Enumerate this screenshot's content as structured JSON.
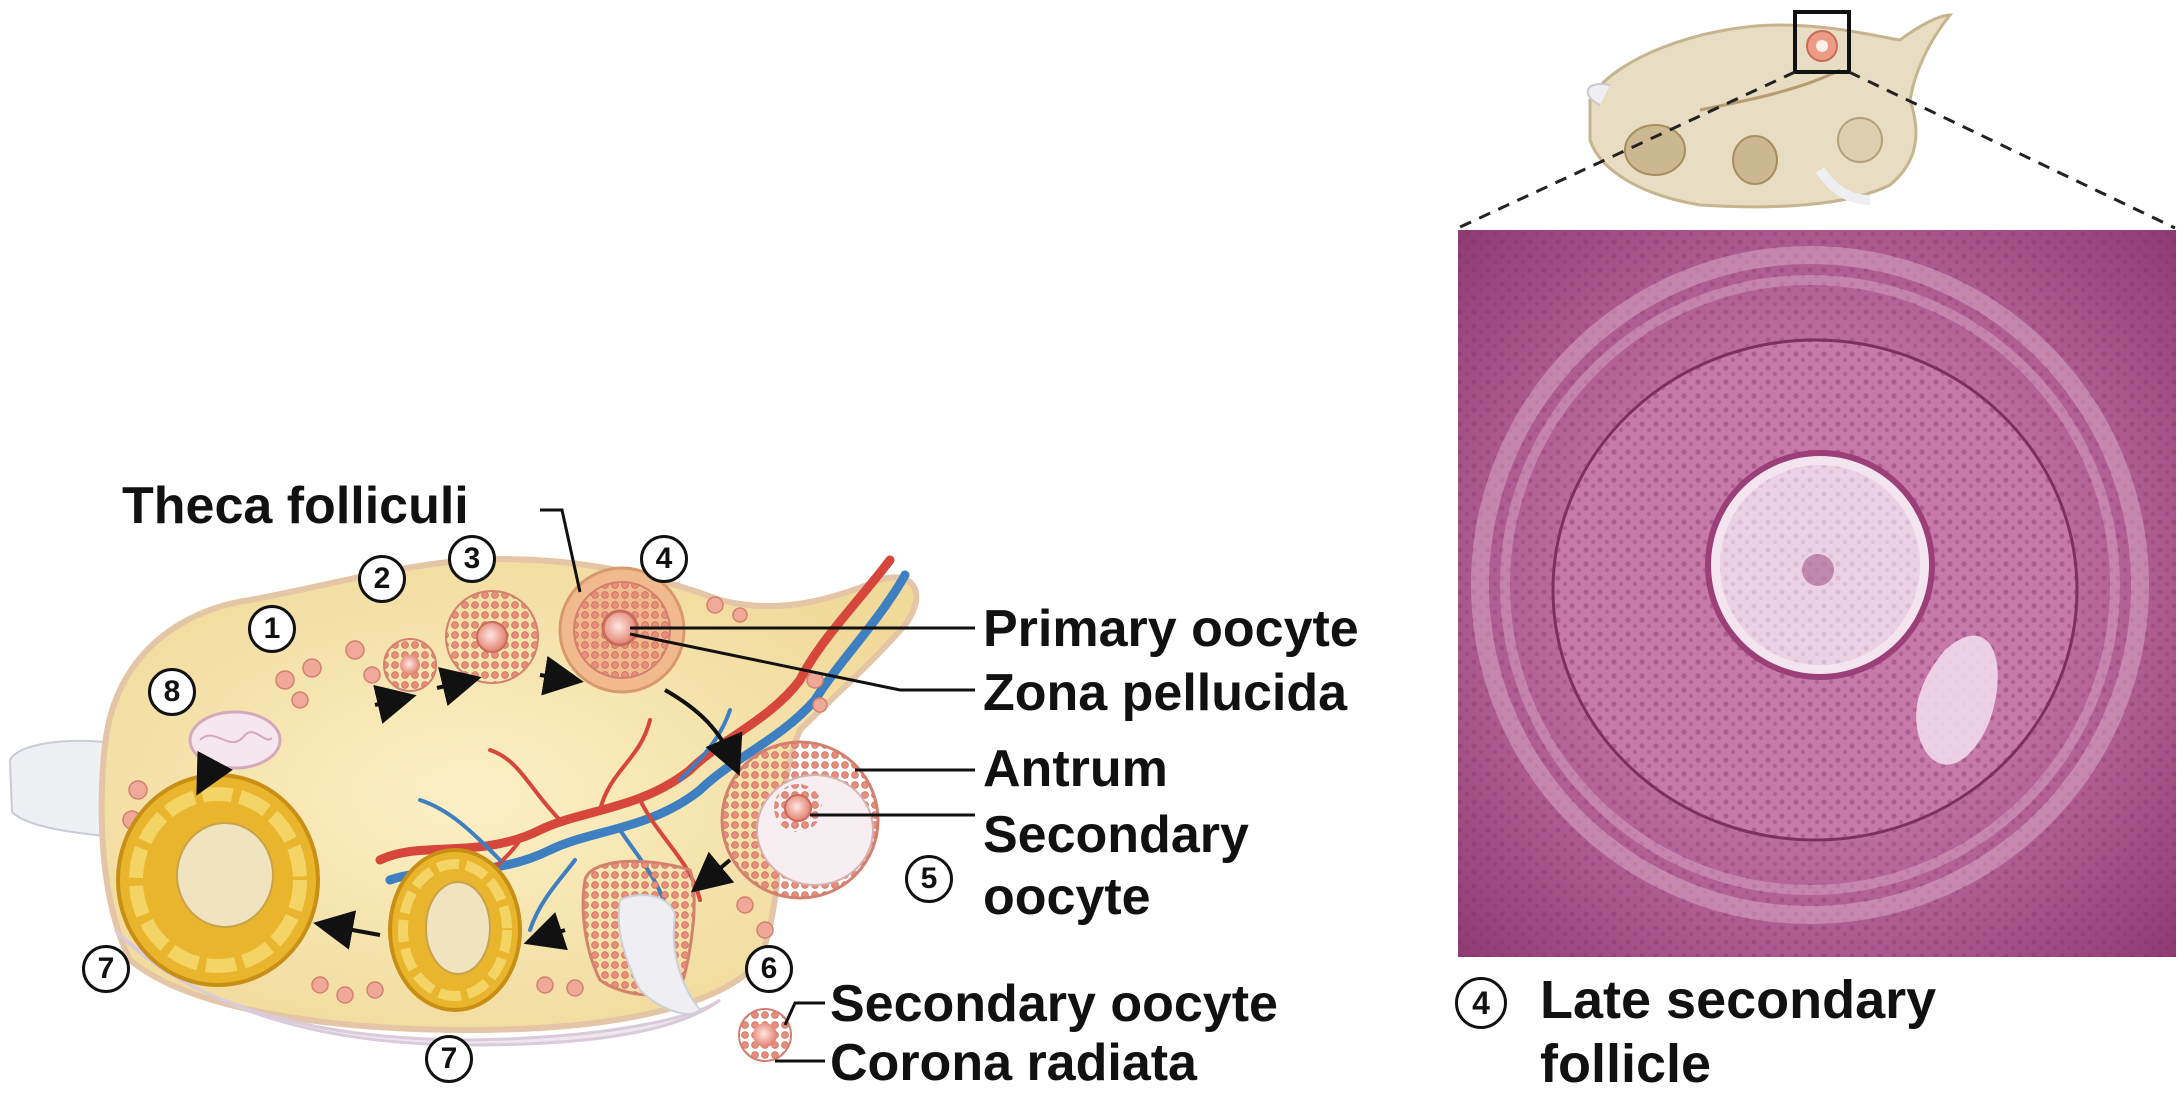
{
  "labels": {
    "theca_folliculi": "Theca folliculi",
    "primary_oocyte": "Primary oocyte",
    "zona_pellucida": "Zona pellucida",
    "antrum": "Antrum",
    "secondary_oocyte_right_line1": "Secondary",
    "secondary_oocyte_right_line2": "oocyte",
    "secondary_oocyte_bottom": "Secondary oocyte",
    "corona_radiata": "Corona radiata"
  },
  "stage_markers": [
    "1",
    "2",
    "3",
    "4",
    "5",
    "6",
    "7",
    "7",
    "8"
  ],
  "micrograph_caption": {
    "marker": "4",
    "line1": "Late secondary",
    "line2": "follicle"
  },
  "colors": {
    "stroma": "#f7e4a6",
    "ovary_outline": "#d9b98a",
    "follicle": "#e9a08f",
    "corpus_luteum": "#e8b52c",
    "artery": "#d6463a",
    "vein": "#3d7fc1",
    "micrograph": "#a64f8a"
  }
}
